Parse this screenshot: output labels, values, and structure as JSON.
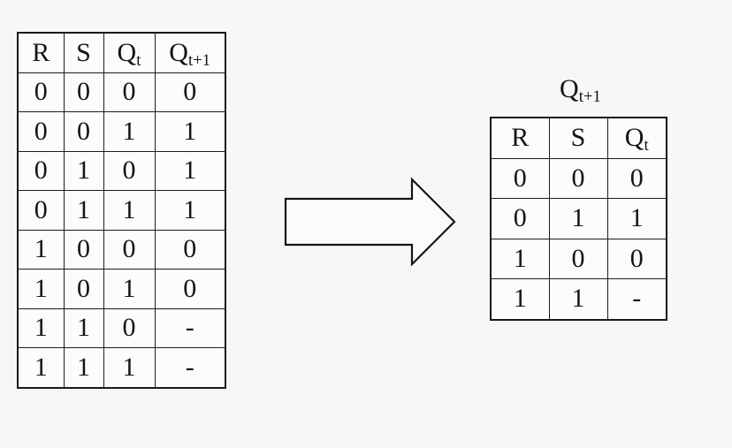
{
  "background_color": "#f7f6f9",
  "line_color": "#191919",
  "cell_color": "#fcfcfa",
  "full_table": {
    "name": "sr-flip-flop-full-truth-table",
    "headers": [
      {
        "base": "R",
        "sub": ""
      },
      {
        "base": "S",
        "sub": ""
      },
      {
        "base": "Q",
        "sub": "t"
      },
      {
        "base": "Q",
        "sub": "t+1"
      }
    ],
    "rows": [
      [
        "0",
        "0",
        "0",
        "0"
      ],
      [
        "0",
        "0",
        "1",
        "1"
      ],
      [
        "0",
        "1",
        "0",
        "1"
      ],
      [
        "0",
        "1",
        "1",
        "1"
      ],
      [
        "1",
        "0",
        "0",
        "0"
      ],
      [
        "1",
        "0",
        "1",
        "0"
      ],
      [
        "1",
        "1",
        "0",
        "-"
      ],
      [
        "1",
        "1",
        "1",
        "-"
      ]
    ]
  },
  "arrow": {
    "name": "rightward-block-arrow",
    "direction": "right"
  },
  "reduced_table": {
    "name": "sr-flip-flop-reduced-truth-table",
    "caption": {
      "base": "Q",
      "sub": "t+1"
    },
    "headers": [
      {
        "base": "R",
        "sub": ""
      },
      {
        "base": "S",
        "sub": ""
      },
      {
        "base": "Q",
        "sub": "t"
      }
    ],
    "rows": [
      [
        "0",
        "0",
        "0"
      ],
      [
        "0",
        "1",
        "1"
      ],
      [
        "1",
        "0",
        "0"
      ],
      [
        "1",
        "1",
        "-"
      ]
    ]
  }
}
